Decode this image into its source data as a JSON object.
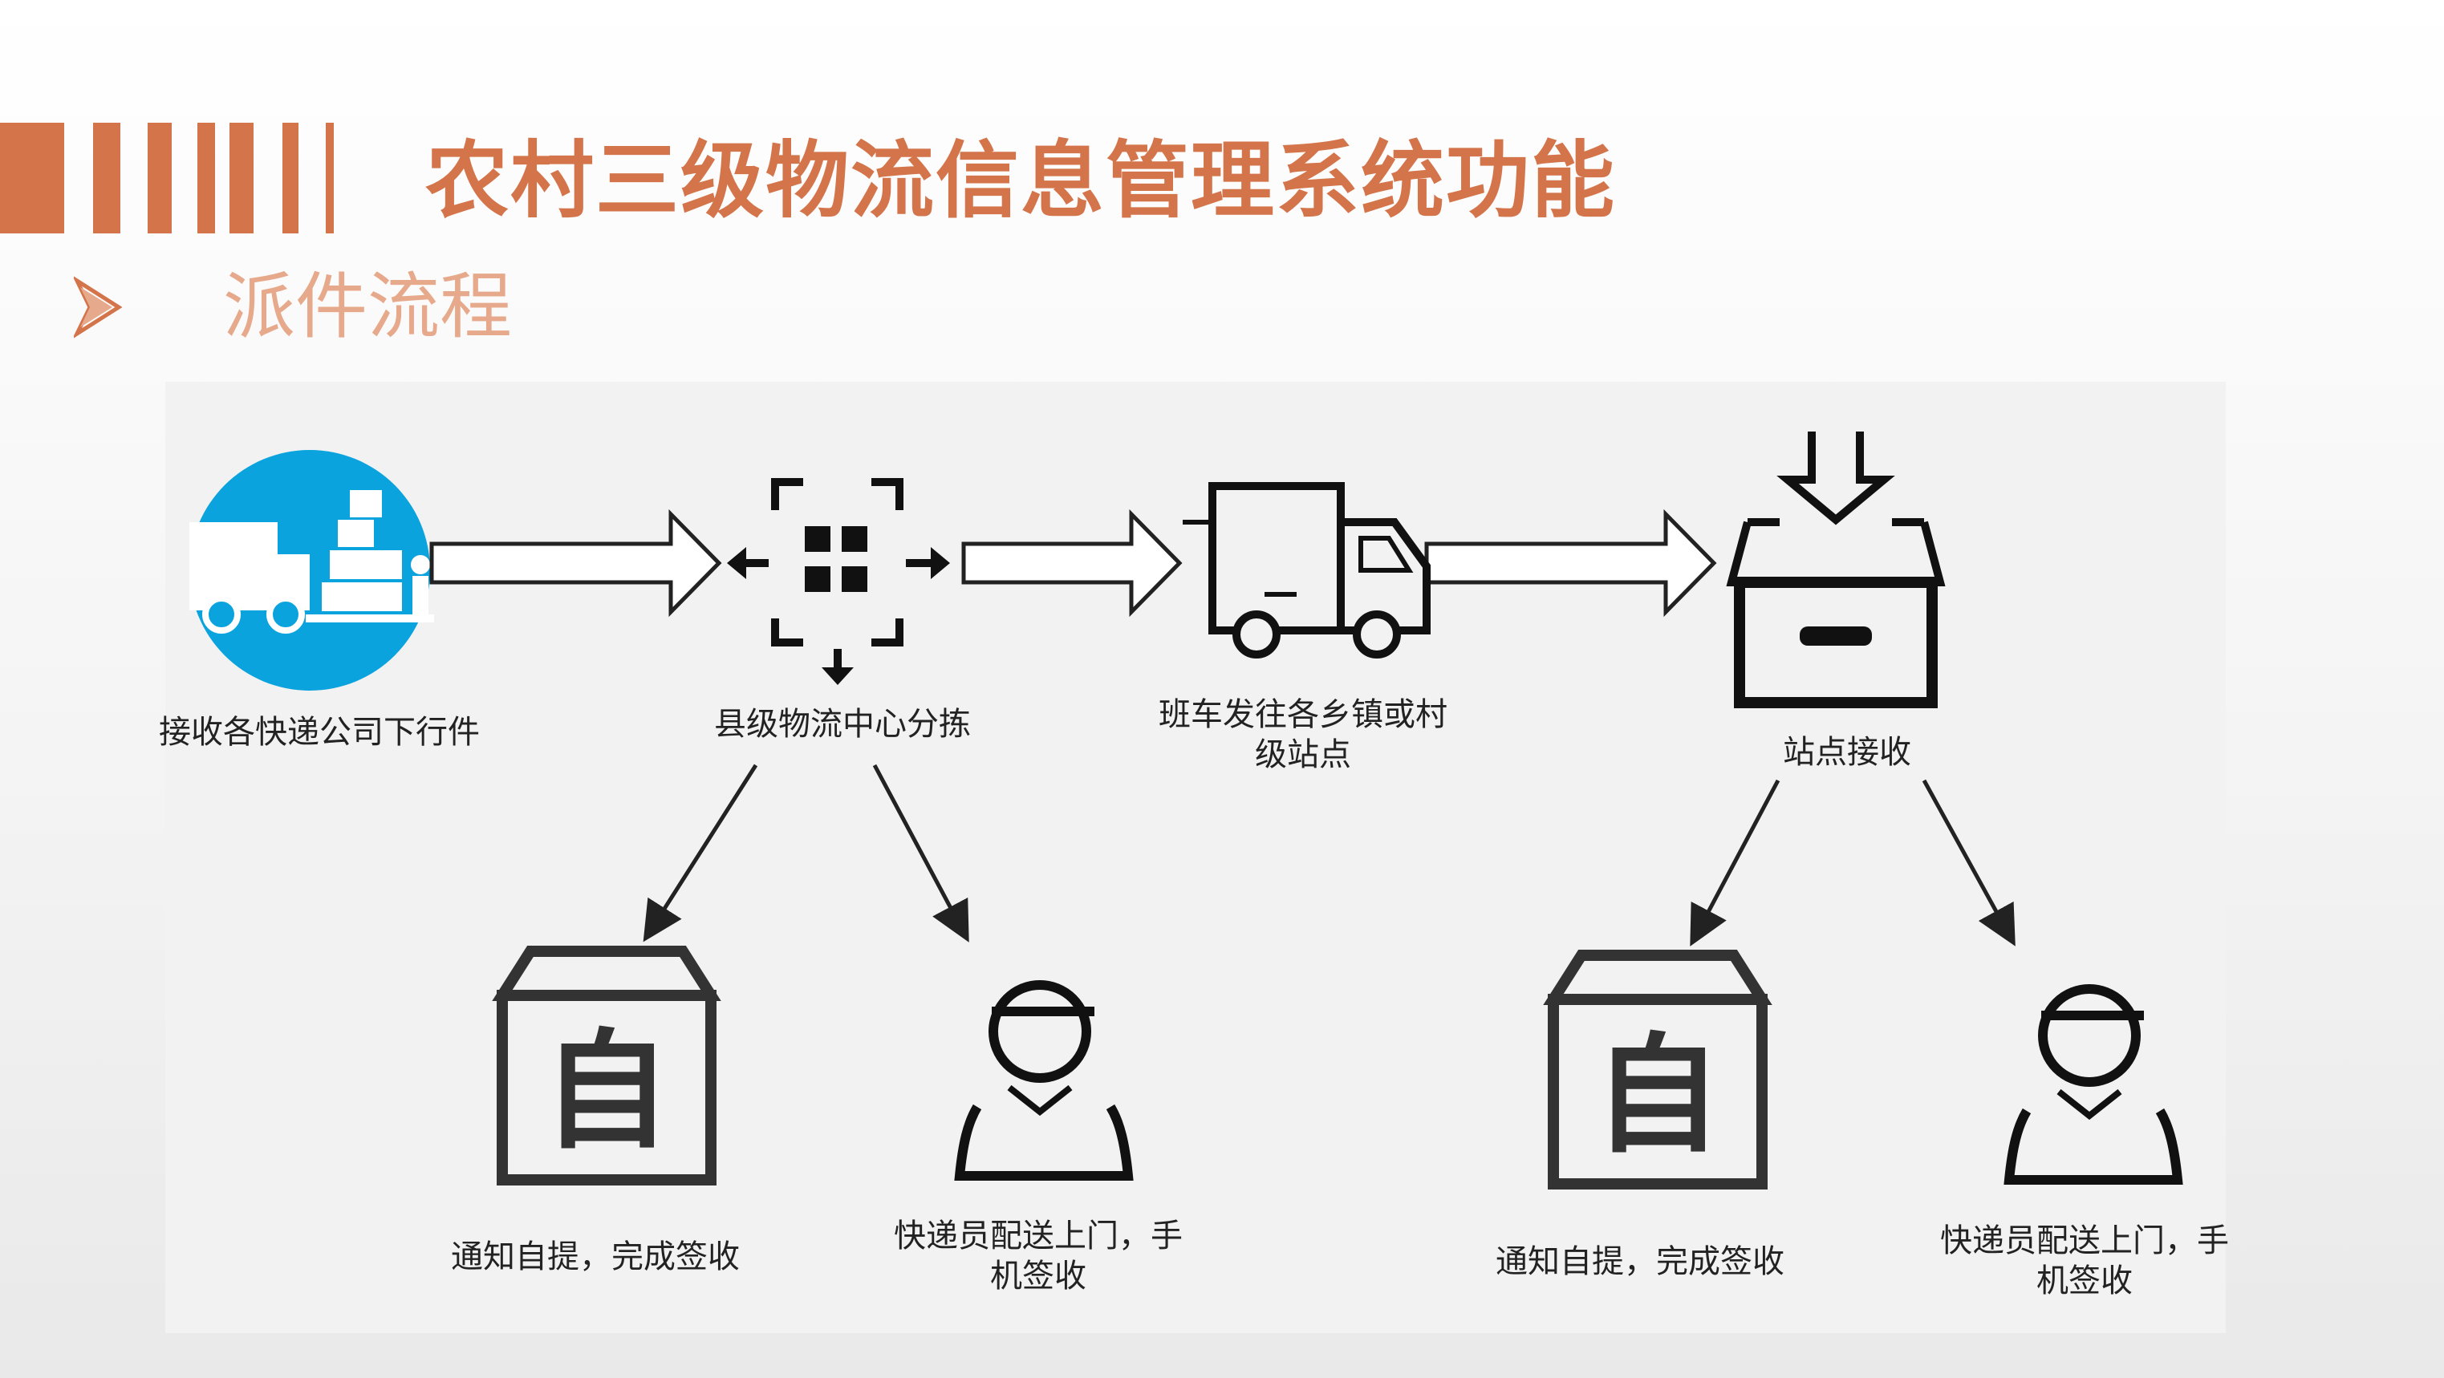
{
  "header": {
    "title": "农村三级物流信息管理系统功能",
    "subtitle": "派件流程",
    "accent_color": "#D4744A",
    "subtitle_color": "#E7A98B"
  },
  "flow": {
    "steps": [
      {
        "icon": "delivery-scene-icon",
        "label": "接收各快递公司下行件"
      },
      {
        "icon": "sorting-grid-icon",
        "label": "县级物流中心分拣"
      },
      {
        "icon": "truck-icon",
        "label": "班车发往各乡镇或村",
        "label2": "级站点"
      },
      {
        "icon": "receive-box-icon",
        "label": "站点接收"
      }
    ],
    "branches_left": [
      {
        "icon": "self-pickup-box-icon",
        "label": "通知自提，完成签收"
      },
      {
        "icon": "courier-person-icon",
        "label": "快递员配送上门，手",
        "label2": "机签收"
      }
    ],
    "branches_right": [
      {
        "icon": "self-pickup-box-icon",
        "label": "通知自提，完成签收"
      },
      {
        "icon": "courier-person-icon",
        "label": "快递员配送上门，手",
        "label2": "机签收"
      }
    ],
    "box_glyph": "自",
    "scene_color": "#0AA3DE"
  }
}
